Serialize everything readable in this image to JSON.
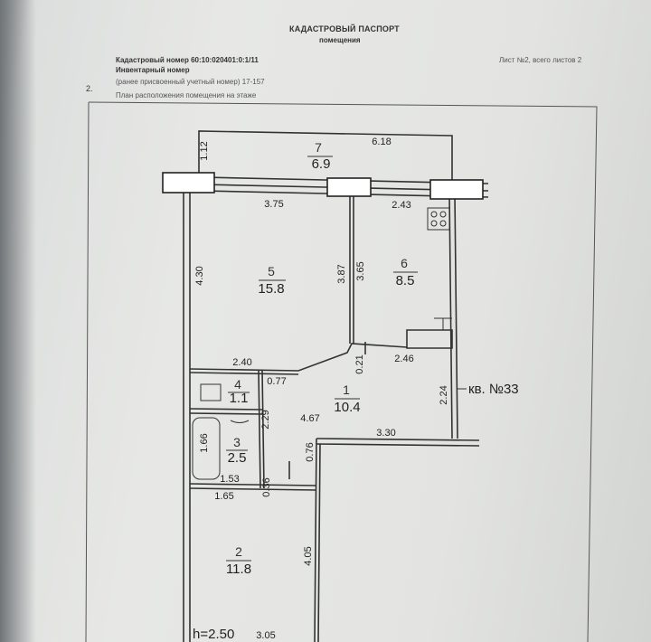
{
  "header": {
    "title": "КАДАСТРОВЫЙ ПАСПОРТ",
    "subtitle": "помещения",
    "cadastral_line": "Кадастровый номер 60:10:020401:0:1/11",
    "inventory_line": "Инвентарный номер",
    "prev_number_line": "(ранее присвоенный учетный номер) 17-157",
    "section_number": "2.",
    "plan_line": "План расположения помещения на этаже",
    "sheet_info": "Лист №2, всего листов 2"
  },
  "plan": {
    "apartment_label": "кв. №33",
    "height_label": "h=2.50",
    "rooms": [
      {
        "number": "7",
        "area": "6.9"
      },
      {
        "number": "5",
        "area": "15.8"
      },
      {
        "number": "6",
        "area": "8.5"
      },
      {
        "number": "4",
        "area": "1.1"
      },
      {
        "number": "1",
        "area": "10.4"
      },
      {
        "number": "3",
        "area": "2.5"
      },
      {
        "number": "2",
        "area": "11.8"
      }
    ],
    "dimensions": {
      "d_1_12": "1.12",
      "d_6_18": "6.18",
      "d_3_75": "3.75",
      "d_2_43": "2.43",
      "d_4_30": "4.30",
      "d_3_87": "3.87",
      "d_3_65": "3.65",
      "d_2_40": "2.40",
      "d_0_21": "0.21",
      "d_2_46": "2.46",
      "d_0_77": "0.77",
      "d_2_24": "2.24",
      "d_2_29": "2.29",
      "d_4_67": "4.67",
      "d_3_30": "3.30",
      "d_1_66": "1.66",
      "d_0_76": "0.76",
      "d_1_53": "1.53",
      "d_0_36": "0.36",
      "d_1_65": "1.65",
      "d_4_05": "4.05",
      "d_3_05": "3.05"
    }
  }
}
